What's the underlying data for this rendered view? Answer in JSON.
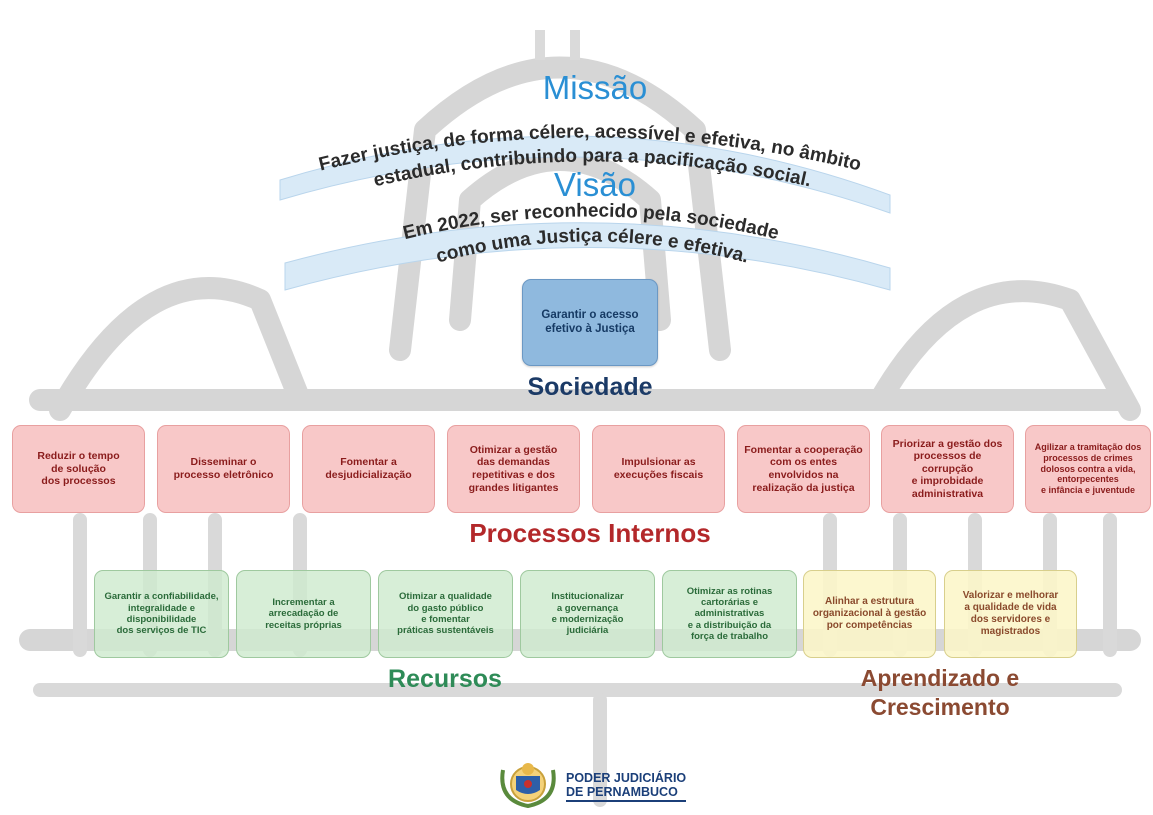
{
  "mission": {
    "title": "Missão",
    "line1": "Fazer justiça, de forma célere, acessível e efetiva, no âmbito",
    "line2": "estadual, contribuindo para a pacificação social."
  },
  "vision": {
    "title": "Visão",
    "line1": "Em 2022, ser reconhecido pela sociedade",
    "line2": "como uma Justiça célere e efetiva."
  },
  "sociedade": {
    "label": "Sociedade",
    "objective": "Garantir o acesso\nefetivo à Justiça"
  },
  "processos_internos": {
    "label": "Processos Internos",
    "objectives": [
      "Reduzir o tempo\nde solução\ndos processos",
      "Disseminar o\nprocesso eletrônico",
      "Fomentar a\ndesjudicialização",
      "Otimizar a gestão\ndas demandas\nrepetitivas e dos\ngrandes litigantes",
      "Impulsionar as\nexecuções fiscais",
      "Fomentar a cooperação\ncom os entes\nenvolvidos na\nrealização da justiça",
      "Priorizar a gestão dos\nprocessos de corrupção\ne improbidade\nadministrativa",
      "Agilizar a tramitação dos\nprocessos de crimes\ndolosos contra a vida,\nentorpecentes\ne infância e juventude"
    ]
  },
  "recursos": {
    "label": "Recursos",
    "objectives": [
      "Garantir a confiabilidade,\nintegralidade e\ndisponibilidade\ndos serviços de TIC",
      "Incrementar a\narrecadação de\nreceitas próprias",
      "Otimizar a qualidade\ndo gasto público\ne fomentar\npráticas sustentáveis",
      "Institucionalizar\na governança\ne modernização\njudiciária",
      "Otimizar as rotinas\ncartorárias e\nadministrativas\ne a distribuição da\nforça de trabalho"
    ]
  },
  "aprendizado": {
    "label_line1": "Aprendizado e",
    "label_line2": "Crescimento",
    "objectives": [
      "Alinhar a estrutura\norganizacional à gestão\npor competências",
      "Valorizar e melhorar\na qualidade de vida\ndos servidores e\nmagistrados"
    ]
  },
  "logo": {
    "line1": "PODER JUDICIÁRIO",
    "line2": "DE PERNAMBUCO"
  },
  "colors": {
    "mission_blue": "#2a8fd4",
    "sociedade_navy": "#1b3a66",
    "processos_red": "#b3282a",
    "recursos_green": "#2e8b57",
    "aprendizado_brown": "#8b4a32"
  }
}
